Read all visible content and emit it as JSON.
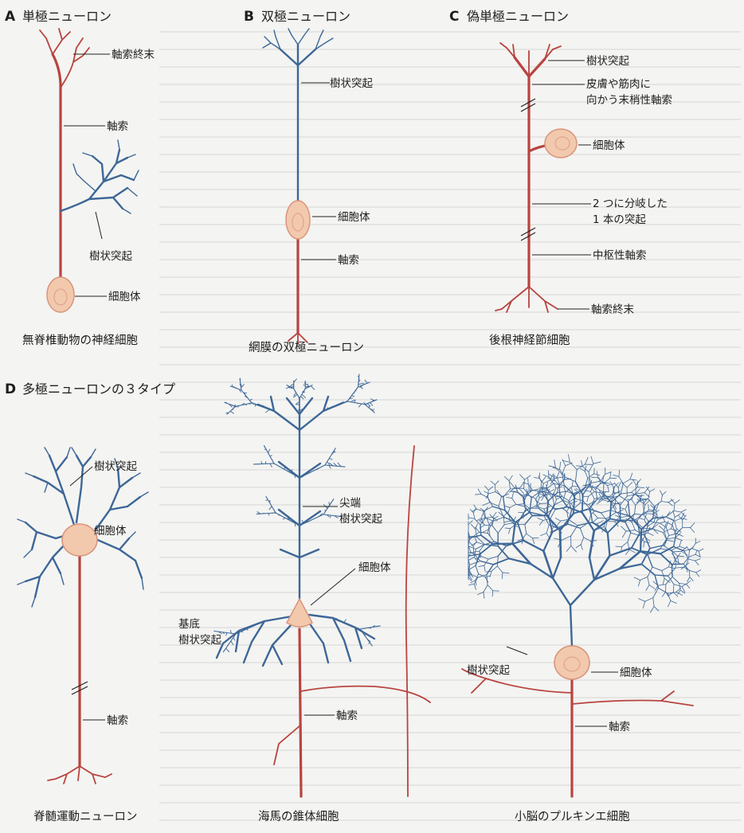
{
  "sections": {
    "a": {
      "letter": "A",
      "title": "単極ニューロン",
      "caption": "無脊椎動物の神経細胞",
      "labels": {
        "axon_terminal": "軸索終末",
        "axon": "軸索",
        "dendrites": "樹状突起",
        "cell_body": "細胞体"
      }
    },
    "b": {
      "letter": "B",
      "title": "双極ニューロン",
      "caption": "網膜の双極ニューロン",
      "labels": {
        "dendrites": "樹状突起",
        "cell_body": "細胞体",
        "axon": "軸索"
      }
    },
    "c": {
      "letter": "C",
      "title": "偽単極ニューロン",
      "caption": "後根神経節細胞",
      "labels": {
        "dendrites": "樹状突起",
        "peripheral_axon_1": "皮膚や筋肉に",
        "peripheral_axon_2": "向かう末梢性軸索",
        "cell_body": "細胞体",
        "branched_1": "2 つに分岐した",
        "branched_2": "1 本の突起",
        "central_axon": "中枢性軸索",
        "axon_terminal": "軸索終末"
      }
    },
    "d": {
      "letter": "D",
      "title": "多極ニューロンの３タイプ",
      "motor": {
        "caption": "脊髄運動ニューロン",
        "labels": {
          "dendrites": "樹状突起",
          "cell_body": "細胞体",
          "axon": "軸索"
        }
      },
      "pyramidal": {
        "caption": "海馬の錐体細胞",
        "labels": {
          "apical_1": "尖端",
          "apical_2": "樹状突起",
          "cell_body": "細胞体",
          "basal_1": "基底",
          "basal_2": "樹状突起",
          "axon": "軸索"
        }
      },
      "purkinje": {
        "caption": "小脳のプルキンエ細胞",
        "labels": {
          "dendrites": "樹状突起",
          "cell_body": "細胞体",
          "axon": "軸索"
        }
      }
    }
  },
  "colors": {
    "axon": "#b8443f",
    "dendrite": "#3d6797",
    "soma": "#f2c9ad"
  }
}
